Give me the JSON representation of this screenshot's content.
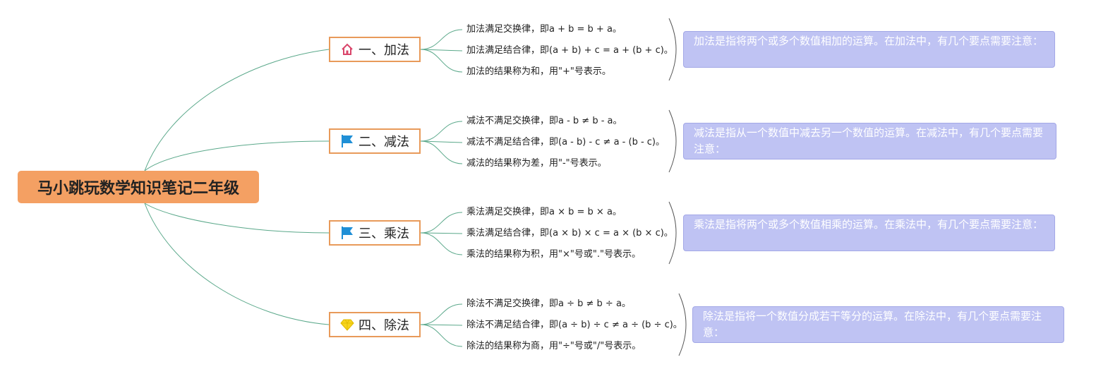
{
  "root": {
    "title": "马小跳玩数学知识笔记二年级"
  },
  "colors": {
    "root_fill": "#f4a063",
    "branch_border": "#e89a5a",
    "link": "#5aa88a",
    "note_fill": "#bfc3f3",
    "bracket": "#555555"
  },
  "branches": [
    {
      "label": "一、加法",
      "icon": "house-icon",
      "items": [
        "加法满足交换律，即a + b = b + a。",
        "加法满足结合律，即(a + b) + c = a + (b + c)。",
        "加法的结果称为和，用\"+\"号表示。"
      ],
      "note": "加法是指将两个或多个数值相加的运算。在加法中，有几个要点需要注意："
    },
    {
      "label": "二、减法",
      "icon": "flag-icon",
      "items": [
        "减法不满足交换律，即a - b ≠ b - a。",
        "减法不满足结合律，即(a - b) - c ≠ a - (b - c)。",
        "减法的结果称为差，用\"-\"号表示。"
      ],
      "note": "减法是指从一个数值中减去另一个数值的运算。在减法中，有几个要点需要注意："
    },
    {
      "label": "三、乘法",
      "icon": "flag-icon",
      "items": [
        "乘法满足交换律，即a × b = b × a。",
        "乘法满足结合律，即(a × b) × c = a × (b × c)。",
        "乘法的结果称为积，用\"×\"号或\".\"号表示。"
      ],
      "note": "乘法是指将两个或多个数值相乘的运算。在乘法中，有几个要点需要注意："
    },
    {
      "label": "四、除法",
      "icon": "diamond-icon",
      "items": [
        "除法不满足交换律，即a ÷ b ≠ b ÷ a。",
        "除法不满足结合律，即(a ÷ b) ÷ c ≠ a ÷ (b ÷ c)。",
        "除法的结果称为商，用\"÷\"号或\"/\"号表示。"
      ],
      "note": "除法是指将一个数值分成若干等分的运算。在除法中，有几个要点需要注意："
    }
  ]
}
